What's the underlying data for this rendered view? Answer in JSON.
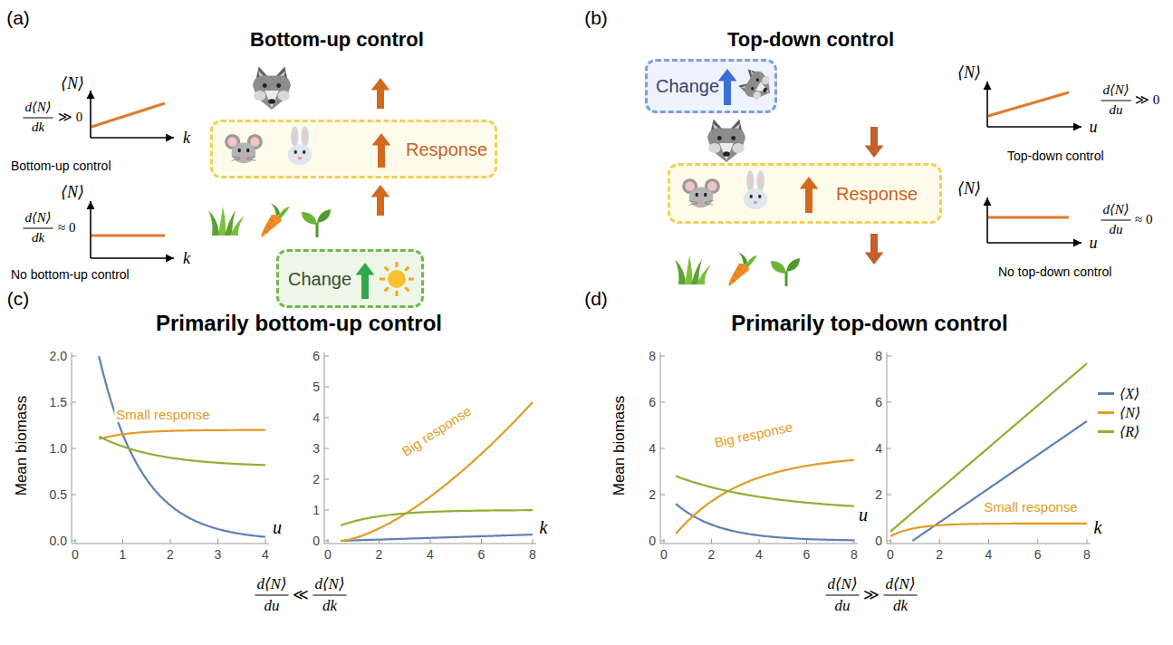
{
  "diagram": {
    "nodes": [
      {
        "text": [
          "Response"
        ]
      },
      {
        "text": [
          "Change"
        ]
      },
      {
        "text": [
          "Change"
        ]
      },
      {
        "text": [
          "Response"
        ]
      }
    ],
    "labels": [
      "(a)",
      "Bottom-up control",
      "⟨N⟩",
      "k",
      "d⟨N⟩",
      "dk",
      "≫ 0",
      "Bottom-up control",
      "⟨N⟩",
      "k",
      "d⟨N⟩",
      "dk",
      "≈ 0",
      "No bottom-up control",
      "(b)",
      "Top-down control",
      "⟨N⟩",
      "u",
      "d⟨N⟩",
      "du",
      "≫ 0",
      "Top-down control",
      "⟨N⟩",
      "u",
      "d⟨N⟩",
      "du",
      "≈ 0",
      "No top-down control",
      "(c)",
      "Primarily bottom-up control",
      "Mean biomass",
      "0.0",
      "0.5",
      "1.0",
      "1.5",
      "2.0",
      "0",
      "1",
      "2",
      "3",
      "4",
      "Small response",
      "u",
      "0",
      "1",
      "2",
      "3",
      "4",
      "5",
      "6",
      "0",
      "2",
      "4",
      "6",
      "8",
      "Big response",
      "k",
      "d⟨N⟩",
      "du",
      "≪",
      "d⟨N⟩",
      "dk",
      "(d)",
      "Primarily top-down control",
      "Mean biomass",
      "0",
      "2",
      "4",
      "6",
      "8",
      "0",
      "2",
      "4",
      "6",
      "8",
      "Big response",
      "u",
      "0",
      "2",
      "4",
      "6",
      "8",
      "0",
      "2",
      "4",
      "6",
      "8",
      "Small response",
      "k",
      "d⟨N⟩",
      "du",
      "≫",
      "d⟨N⟩",
      "dk"
    ],
    "legend": [
      {
        "text": "⟨X⟩",
        "color": "#5e81b5"
      },
      {
        "text": "⟨N⟩",
        "color": "#e19c24"
      },
      {
        "text": "⟨R⟩",
        "color": "#8fb032"
      }
    ]
  }
}
